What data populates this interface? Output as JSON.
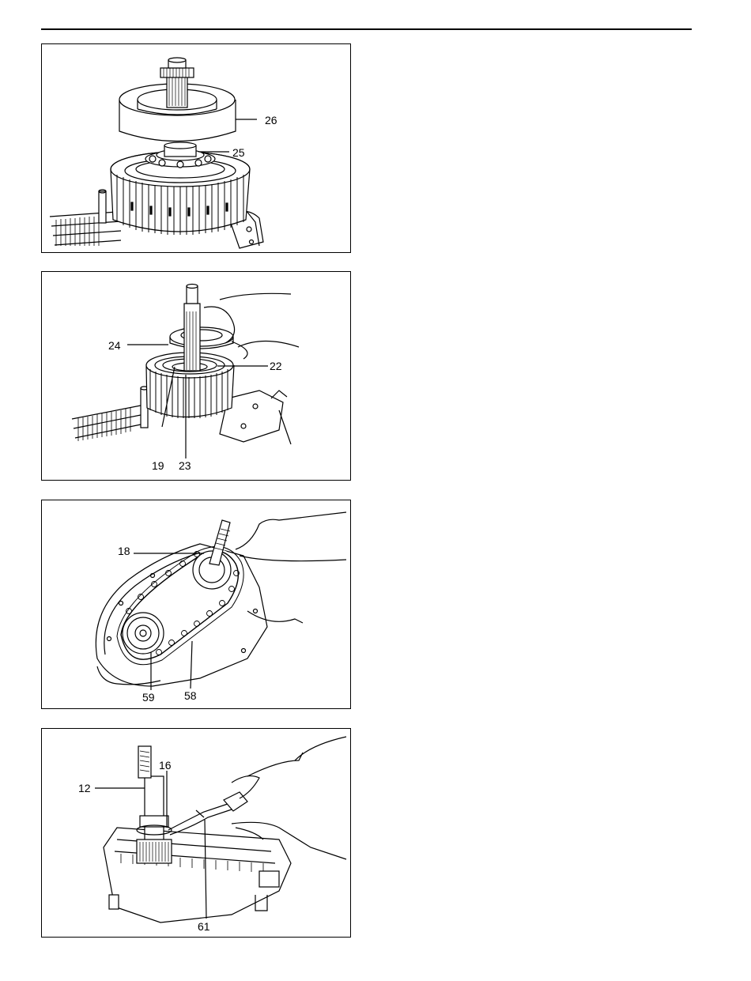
{
  "figures": [
    {
      "callouts": {
        "c26": "26",
        "c25": "25"
      }
    },
    {
      "callouts": {
        "c24": "24",
        "c22": "22",
        "c19": "19",
        "c23": "23"
      }
    },
    {
      "callouts": {
        "c18": "18",
        "c59": "59",
        "c58": "58"
      }
    },
    {
      "callouts": {
        "c12": "12",
        "c16": "16",
        "c61": "61"
      }
    }
  ]
}
